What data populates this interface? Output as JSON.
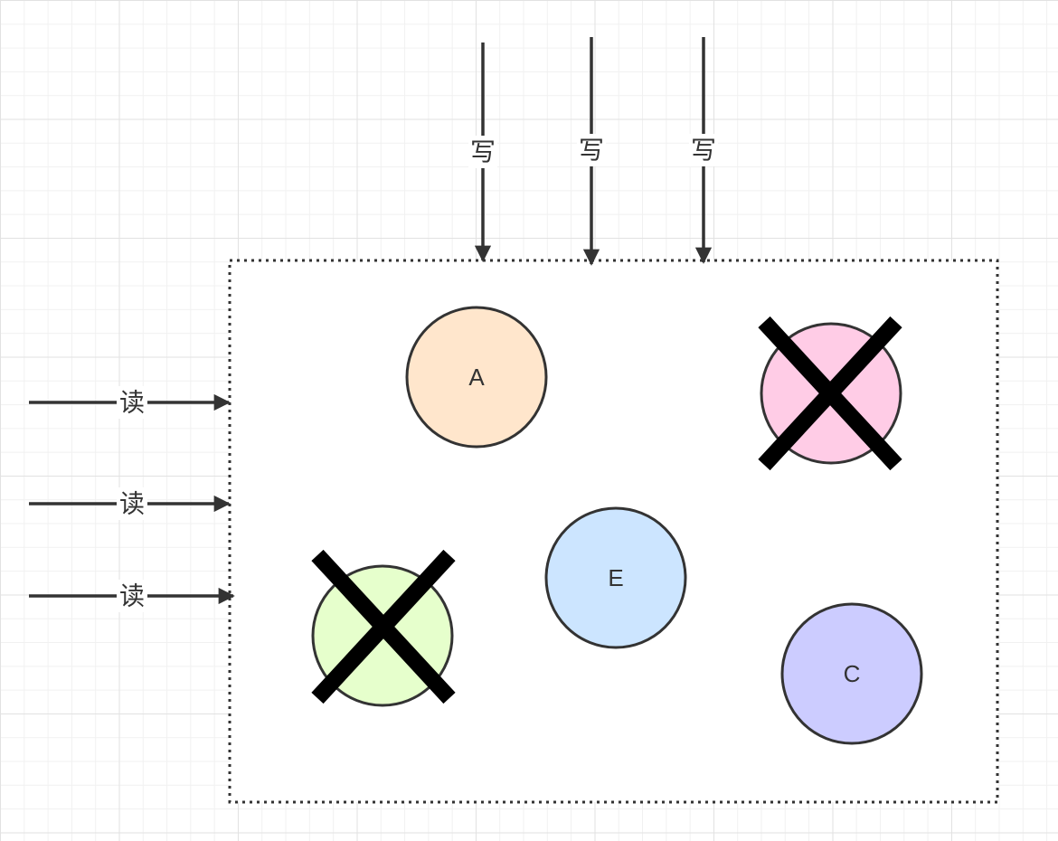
{
  "colors": {
    "stroke": "#333333",
    "cross": "#000000",
    "container_border": "#333333",
    "container_fill": "#ffffff"
  },
  "container": {
    "border_style": "dotted"
  },
  "write_arrows": [
    {
      "label": "写"
    },
    {
      "label": "写"
    },
    {
      "label": "写"
    }
  ],
  "read_arrows": [
    {
      "label": "读"
    },
    {
      "label": "读"
    },
    {
      "label": "读"
    }
  ],
  "nodes": [
    {
      "label": "A",
      "fill": "#ffe6cc",
      "crossed": false
    },
    {
      "label": "",
      "fill": "#ffcce6",
      "crossed": true
    },
    {
      "label": "E",
      "fill": "#cce5ff",
      "crossed": false
    },
    {
      "label": "",
      "fill": "#e6ffcc",
      "crossed": true
    },
    {
      "label": "C",
      "fill": "#ccccff",
      "crossed": false
    }
  ]
}
